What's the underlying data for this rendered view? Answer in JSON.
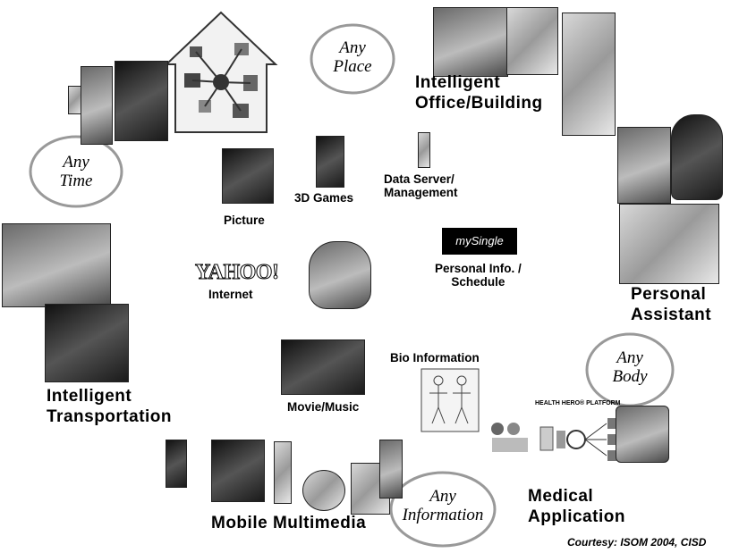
{
  "ovals": {
    "place": "Any\nPlace",
    "time": "Any\nTime",
    "body": "Any\nBody",
    "information": "Any\nInformation"
  },
  "areas": {
    "office": "Intelligent\nOffice/Building",
    "personal_assistant": "Personal\nAssistant",
    "transportation": "Intelligent\nTransportation",
    "medical": "Medical\nApplication",
    "multimedia": "Mobile Multimedia"
  },
  "services": {
    "picture": "Picture",
    "games": "3D Games",
    "data_server": "Data Server/\nManagement",
    "internet": "Internet",
    "personal_info": "Personal Info. /\nSchedule",
    "movie_music": "Movie/Music",
    "bio_info": "Bio Information"
  },
  "logos": {
    "yahoo": "YAHOO!",
    "mysingle": "mySingle"
  },
  "health_banner": "HEALTH HERO® PLATFORM",
  "credit": "Courtesy: ISOM 2004, CISD"
}
